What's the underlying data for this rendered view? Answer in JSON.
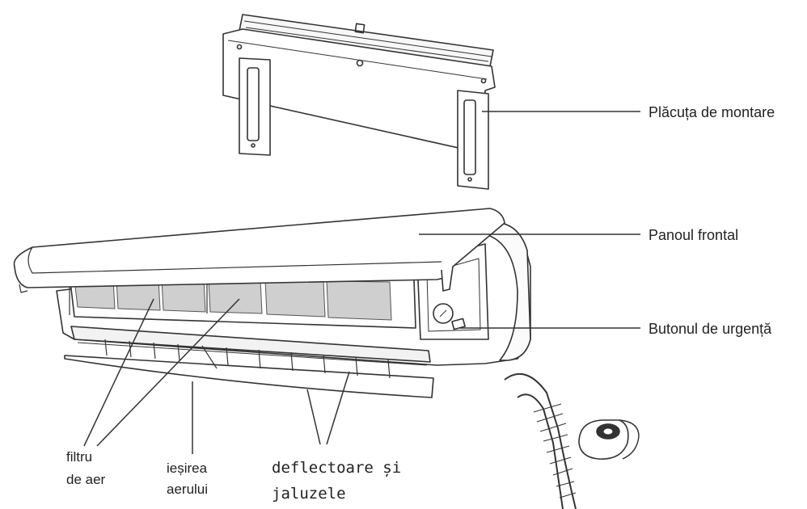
{
  "labels": {
    "mounting_plate": "Plăcuța de montare",
    "front_panel": "Panoul frontal",
    "emergency_button": "Butonul de urgență",
    "air_filter_line1": "filtru",
    "air_filter_line2": "de aer",
    "air_outlet_line1": "ieșirea",
    "air_outlet_line2": "aerului",
    "deflectors_line1": "deflectoare și",
    "deflectors_line2": "jaluzele"
  },
  "colors": {
    "line": "#333333",
    "filter_fill": "#cfcfcf",
    "background": "#ffffff"
  }
}
